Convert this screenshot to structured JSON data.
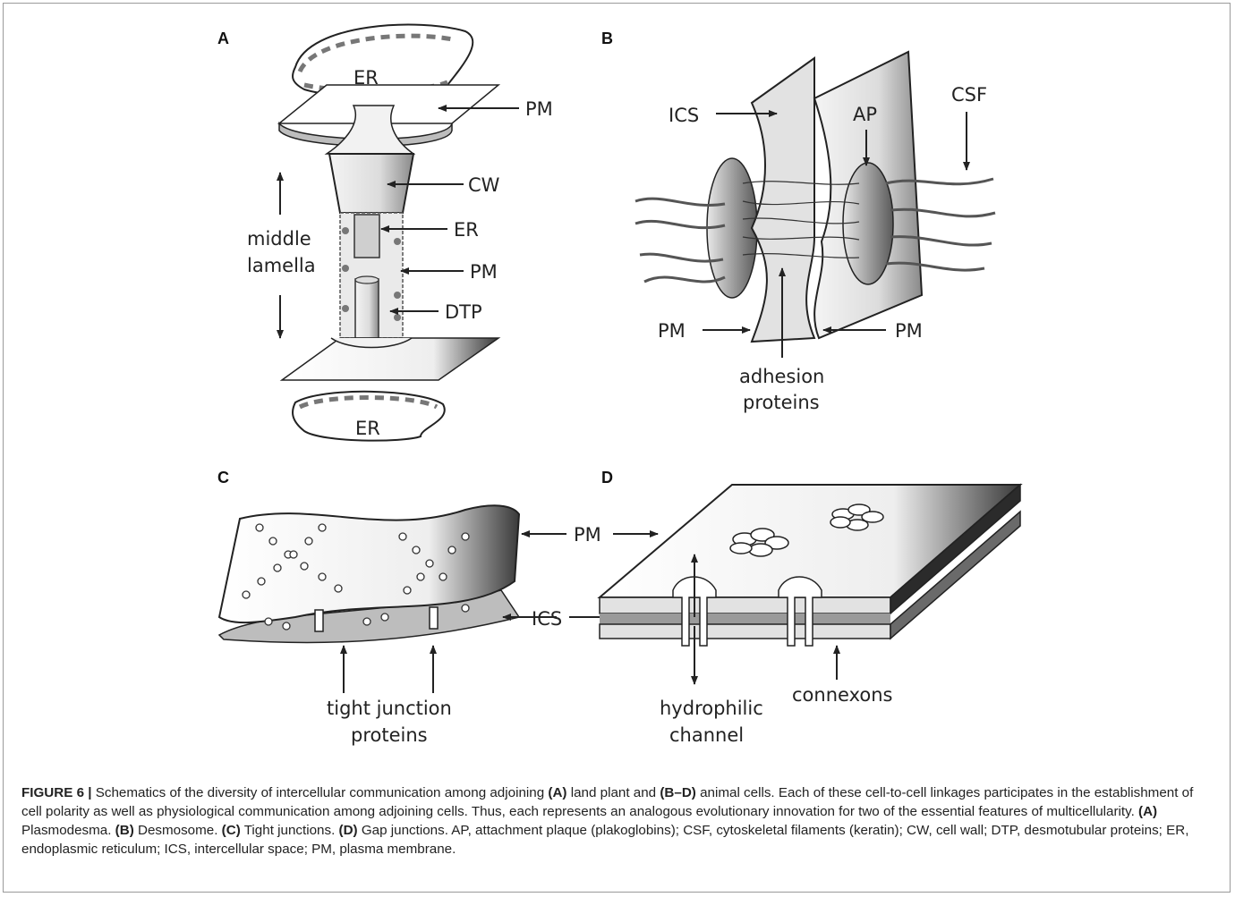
{
  "panels": {
    "A": {
      "letter": "A",
      "labels": {
        "er_top": "ER",
        "pm_top": "PM",
        "cw": "CW",
        "er_mid": "ER",
        "pm_mid": "PM",
        "dtp": "DTP",
        "middle": "middle",
        "lamella": "lamella",
        "er_bottom": "ER"
      }
    },
    "B": {
      "letter": "B",
      "labels": {
        "ics": "ICS",
        "ap": "AP",
        "csf": "CSF",
        "pm_left": "PM",
        "pm_right": "PM",
        "adhesion": "adhesion",
        "proteins": "proteins"
      }
    },
    "C": {
      "letter": "C",
      "labels": {
        "pm": "PM",
        "ics": "ICS",
        "tight_junction": "tight junction",
        "proteins": "proteins"
      }
    },
    "D": {
      "letter": "D",
      "labels": {
        "hydrophilic": "hydrophilic",
        "channel": "channel",
        "connexons": "connexons"
      }
    }
  },
  "caption": {
    "figure_label": "FIGURE 6 |",
    "t1": " Schematics of the diversity of intercellular communication among adjoining ",
    "a": "(A)",
    "t2": " land plant and ",
    "bd": "(B–D)",
    "t3": " animal cells. Each of these cell-to-cell linkages participates in the establishment of cell polarity as well as physiological communication among adjoining cells. Thus, each represents an analogous evolutionary innovation for two of the essential features of multicellularity. ",
    "a2": "(A)",
    "t4": " Plasmodesma. ",
    "b": "(B)",
    "t5": " Desmosome. ",
    "c": "(C)",
    "t6": " Tight junctions. ",
    "d": "(D)",
    "t7": " Gap junctions. AP, attachment plaque (plakoglobins); CSF, cytoskeletal filaments (keratin); CW, cell wall; DTP, desmotubular proteins; ER, endoplasmic reticulum; ICS, intercellular space; PM, plasma membrane."
  }
}
